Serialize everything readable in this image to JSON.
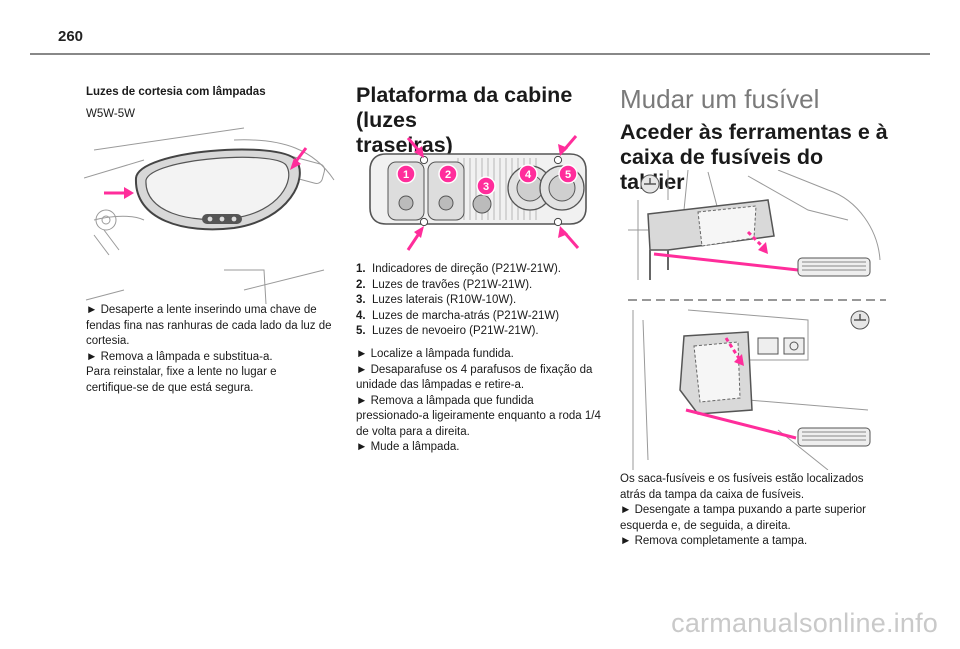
{
  "page": {
    "number": "260"
  },
  "col1": {
    "heading": "Luzes de cortesia com lâmpadas",
    "bulb": "W5W-5W",
    "paragraph": [
      "► Desaperte a lente inserindo uma chave de",
      "fendas fina nas ranhuras de cada lado da luz de",
      "cortesia.",
      "► Remova a lâmpada e substitua-a.",
      "Para reinstalar, fixe a lente no lugar e",
      "certifique-se de que está segura."
    ]
  },
  "col2": {
    "heading": [
      "Plataforma da cabine (luzes",
      "traseiras)"
    ],
    "lamp_callouts": [
      "1",
      "2",
      "3",
      "4",
      "5"
    ],
    "list": [
      {
        "num": "1.",
        "text": "Indicadores de direção (P21W-21W)."
      },
      {
        "num": "2.",
        "text": "Luzes de travões (P21W-21W)."
      },
      {
        "num": "3.",
        "text": "Luzes laterais (R10W-10W)."
      },
      {
        "num": "4.",
        "text": "Luzes de marcha-atrás (P21W-21W)"
      },
      {
        "num": "5.",
        "text": "Luzes de nevoeiro (P21W-21W)."
      }
    ],
    "paragraph": [
      "► Localize a lâmpada fundida.",
      "► Desaparafuse os 4 parafusos de fixação da",
      "unidade das lâmpadas e retire-a.",
      "► Remova a lâmpada que fundida",
      "pressionado-a ligeiramente enquanto a roda 1/4",
      "de volta para a direita.",
      "► Mude a lâmpada."
    ]
  },
  "col3": {
    "heading": "Mudar um fusível",
    "subheading": [
      "Aceder às ferramentas e à",
      "caixa de fusíveis do tablier"
    ],
    "paragraph": [
      "Os saca-fusíveis e os fusíveis estão localizados",
      "atrás da tampa da caixa de fusíveis.",
      "► Desengate a tampa puxando a parte superior",
      "esquerda e, de seguida, a direita.",
      "► Remova completamente a tampa."
    ]
  },
  "watermark": "carmanualsonline.info",
  "colors": {
    "accent_arrow": "#ff2d9b",
    "heading_grey": "#7a7a7a",
    "text": "#1a1a1a"
  }
}
